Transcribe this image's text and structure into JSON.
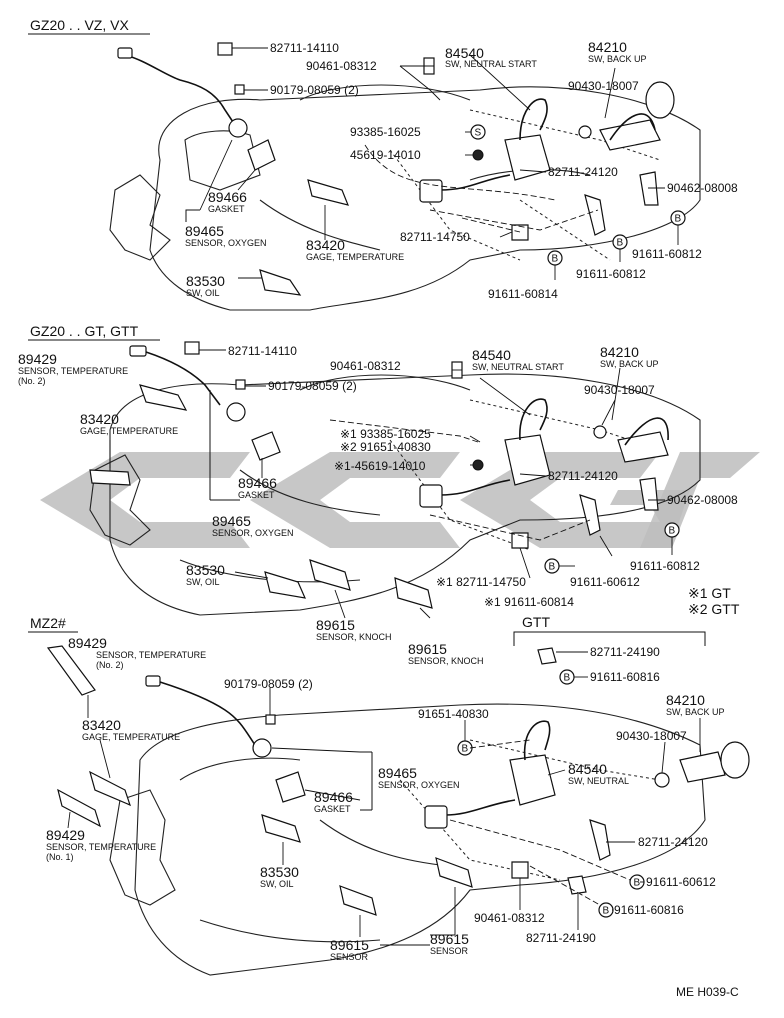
{
  "sections": {
    "s1_header": "GZ20 . . VZ, VX",
    "s2_header": "GZ20 . . GT, GTT",
    "s3_header": "MZ2#"
  },
  "legend": {
    "gt": "※1 GT",
    "gtt": "※2 GTT",
    "gtt_box_title": "GTT"
  },
  "ref_code": "ME H039-C",
  "bubble_letters": {
    "b": "B",
    "s": "S"
  },
  "s1": {
    "p82711_14110": "82711-14110",
    "p90461_08312": "90461-08312",
    "p84540": "84540",
    "p84540_desc": "SW, NEUTRAL START",
    "p84210": "84210",
    "p84210_desc": "SW, BACK UP",
    "p90179": "90179-08059 (2)",
    "p90430": "90430-18007",
    "p93385": "93385-16025",
    "p45619": "45619-14010",
    "p82711_24120": "82711-24120",
    "p90462": "90462-08008",
    "p89466": "89466",
    "p89466_desc": "GASKET",
    "p89465": "89465",
    "p89465_desc": "SENSOR, OXYGEN",
    "p83420": "83420",
    "p83420_desc": "GAGE, TEMPERATURE",
    "p82711_14750": "82711-14750",
    "p91611_60812a": "91611-60812",
    "p91611_60812b": "91611-60812",
    "p83530": "83530",
    "p83530_desc": "SW, OIL",
    "p91611_60814": "91611-60814"
  },
  "s2": {
    "p89429": "89429",
    "p89429_desc": "SENSOR, TEMPERATURE",
    "p89429_note": "(No. 2)",
    "p82711_14110": "82711-14110",
    "p90461_08312": "90461-08312",
    "p84540": "84540",
    "p84540_desc": "SW, NEUTRAL START",
    "p84210": "84210",
    "p84210_desc": "SW, BACK UP",
    "p90179": "90179-08059 (2)",
    "p90430": "90430-18007",
    "p83420": "83420",
    "p83420_desc": "GAGE, TEMPERATURE",
    "p93385": "※1 93385-16025",
    "p91651": "※2 91651-40830",
    "p45619": "※1-45619-14010",
    "p82711_24120": "82711-24120",
    "p89466": "89466",
    "p89466_desc": "GASKET",
    "p90462": "90462-08008",
    "p89465": "89465",
    "p89465_desc": "SENSOR, OXYGEN",
    "p91611_60812": "91611-60812",
    "p83530": "83530",
    "p83530_desc": "SW, OIL",
    "p82711_14750": "※1 82711-14750",
    "p91611_60612": "91611-60612",
    "p91611_60814": "※1 91611-60814",
    "p89615a": "89615",
    "p89615a_desc": "SENSOR, KNOCH",
    "p89615b": "89615",
    "p89615b_desc": "SENSOR, KNOCH",
    "p82711_24190": "82711-24190",
    "p91611_60816": "91611-60816"
  },
  "s3": {
    "p89429a": "89429",
    "p89429a_desc": "SENSOR, TEMPERATURE",
    "p89429a_note": "(No. 2)",
    "p90179": "90179-08059 (2)",
    "p91651": "91651-40830",
    "p84210": "84210",
    "p84210_desc": "SW, BACK UP",
    "p83420": "83420",
    "p83420_desc": "GAGE, TEMPERATURE",
    "p90430": "90430-18007",
    "p89465": "89465",
    "p89465_desc": "SENSOR, OXYGEN",
    "p84540": "84540",
    "p84540_desc": "SW, NEUTRAL",
    "p89466": "89466",
    "p89466_desc": "GASKET",
    "p89429b": "89429",
    "p89429b_desc": "SENSOR, TEMPERATURE",
    "p89429b_note": "(No. 1)",
    "p82711_24120": "82711-24120",
    "p83530": "83530",
    "p83530_desc": "SW, OIL",
    "p91611_60612": "91611-60612",
    "p90461_08312": "90461-08312",
    "p91611_60816": "91611-60816",
    "p89615a": "89615",
    "p89615a_desc": "SENSOR",
    "p89615b": "89615",
    "p89615b_desc": "SENSOR",
    "p82711_24190": "82711-24190"
  }
}
